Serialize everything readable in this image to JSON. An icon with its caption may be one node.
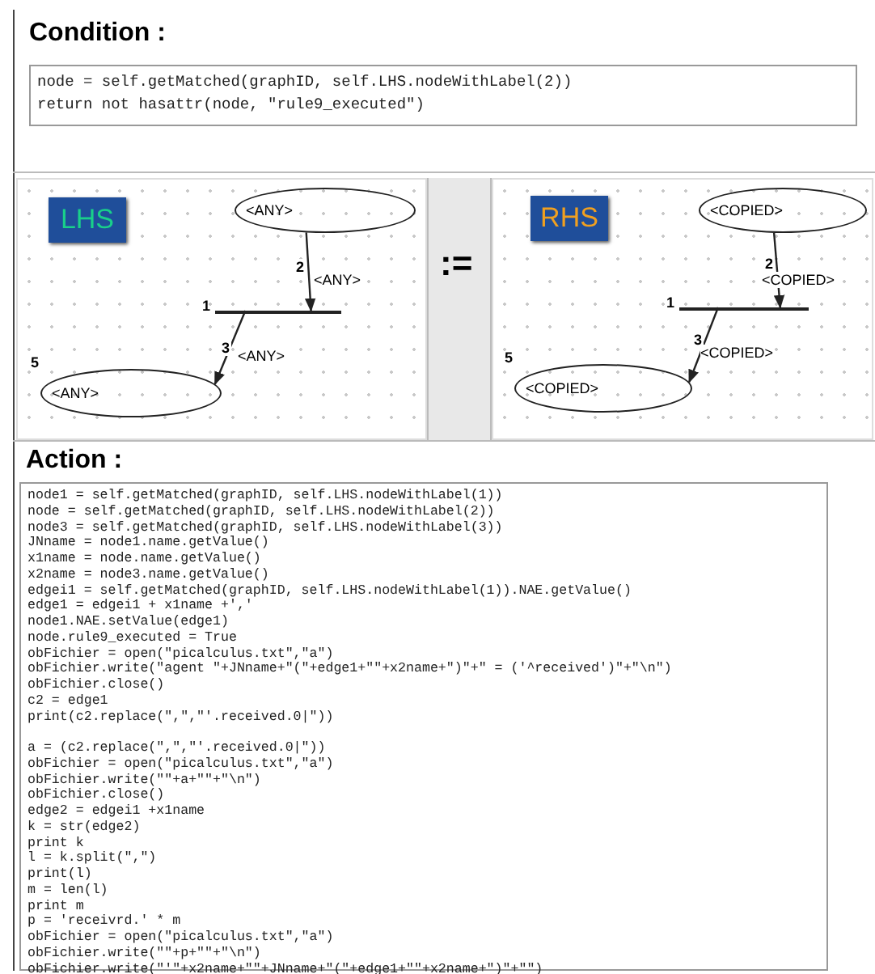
{
  "diagram": {
    "nodes": [
      {
        "text": [
          "node = self.getMatched(graphID, self.LHS.nodeWithLabel(2))",
          "return not hasattr(node, \"rule9_executed\")"
        ]
      },
      {
        "text": [
          "LHS"
        ]
      },
      {
        "text": [
          "<ANY>"
        ]
      },
      {
        "text": [],
        "shape": "bar",
        "beside": [
          "1"
        ]
      },
      {
        "text": [
          "<ANY>"
        ],
        "beside": [
          "5"
        ]
      },
      {
        "text": [
          "RHS"
        ]
      },
      {
        "text": [
          "<COPIED>"
        ]
      },
      {
        "text": [],
        "shape": "bar",
        "beside": [
          "1"
        ]
      },
      {
        "text": [
          "<COPIED>"
        ],
        "beside": [
          "5"
        ]
      },
      {
        "text": [
          "node1 = self.getMatched(graphID, self.LHS.nodeWithLabel(1))",
          "node = self.getMatched(graphID, self.LHS.nodeWithLabel(2))",
          "node3 = self.getMatched(graphID, self.LHS.nodeWithLabel(3))",
          "JNname = node1.name.getValue()",
          "x1name = node.name.getValue()",
          "x2name = node3.name.getValue()",
          "edgei1 = self.getMatched(graphID, self.LHS.nodeWithLabel(1)).NAE.getValue()",
          "edge1 = edgei1 + x1name +','",
          "node1.NAE.setValue(edge1)",
          "node.rule9_executed = True",
          "obFichier = open(\"picalculus.txt\",\"a\")",
          "obFichier.write(\"agent \"+JNname+\"(\"+edge1+\"\"+x2name+\")\"+\" = ('^received')\"+\"\\n\")",
          "obFichier.close()",
          "c2 = edge1",
          "print(c2.replace(\",\",\"'.received.0|\"))",
          "a = (c2.replace(\",\",\"'.received.0|\"))",
          "obFichier = open(\"picalculus.txt\",\"a\")",
          "obFichier.write(\"\"+a+\"\"+\"\\n\")",
          "obFichier.close()",
          "edge2 = edgei1 +x1name",
          "k = str(edge2)",
          "print k",
          "l = k.split(\",\")",
          "print(l)",
          "m = len(l)",
          "print m",
          "p = 'receivrd.' * m",
          "obFichier = open(\"picalculus.txt\",\"a\")",
          "obFichier.write(\"\"+p+\"\"+\"\\n\")",
          "obFichier.write(\"'\"+x2name+\"\"+JNname+\"(\"+edge1+\"\"+x2name+\")\"+\"\")"
        ]
      }
    ],
    "edges": [
      {
        "from": 2,
        "to": 3,
        "arrow": "to",
        "label": "2"
      },
      {
        "from": 3,
        "to": 4,
        "arrow": "to",
        "label": "3"
      },
      {
        "from": 6,
        "to": 7,
        "arrow": "to",
        "label": "2"
      },
      {
        "from": 7,
        "to": 8,
        "arrow": "to",
        "label": "3"
      }
    ],
    "labels": [
      "Condition :",
      "<ANY>",
      "<ANY>",
      ":=",
      "<COPIED>",
      "<COPIED>",
      "Action :"
    ]
  }
}
